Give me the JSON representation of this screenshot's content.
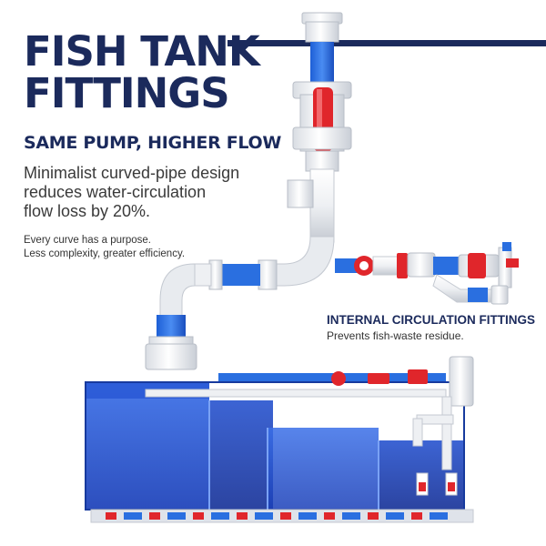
{
  "title_lines": [
    "FISH TANK",
    "FITTINGS"
  ],
  "subtitle": "SAME PUMP, HIGHER FLOW",
  "lead_lines": [
    "Minimalist curved-pipe design",
    "reduces water-circulation",
    "flow loss by 20%."
  ],
  "note_lines": [
    "Every curve has a purpose.",
    "Less complexity, greater efficiency."
  ],
  "internal": {
    "title": "INTERNAL CIRCULATION FITTINGS",
    "description": "Prevents fish-waste residue."
  },
  "colors": {
    "navy": "#1b2a5c",
    "pipe_blue": "#2a6fe0",
    "valve_red": "#e0262b",
    "tank_blue": "#1f4fd0"
  }
}
